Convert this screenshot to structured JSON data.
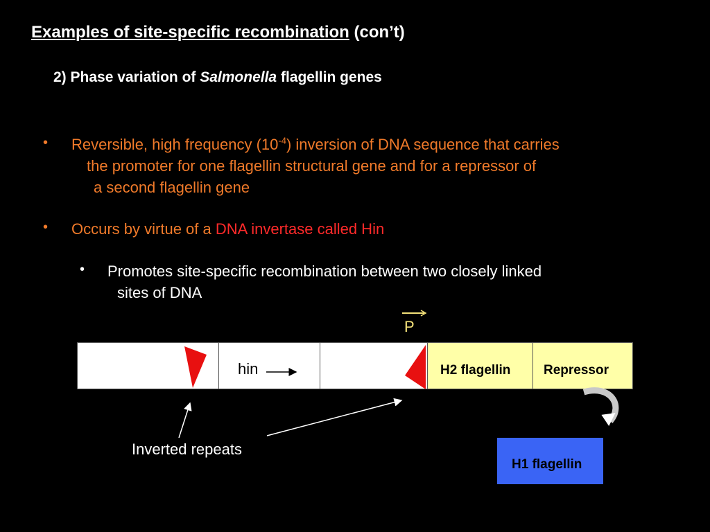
{
  "title": {
    "main": "Examples of site-specific recombination",
    "suffix": " (con’t)"
  },
  "subtitle": {
    "prefix": "2) Phase variation of ",
    "italic": "Salmonella",
    "suffix": " flagellin genes"
  },
  "bullets": {
    "b1": {
      "marker": "•",
      "line1_pre": "Reversible, high frequency (10",
      "sup": "-4",
      "line1_post": ") inversion of DNA sequence that carries",
      "line2": "the promoter for one flagellin structural gene and for a repressor of",
      "line3": "a second flagellin gene"
    },
    "b2": {
      "marker": "•",
      "pre": "Occurs by virtue of a ",
      "highlight": "DNA invertase called Hin"
    },
    "b3": {
      "marker": "•",
      "line1": "Promotes site-specific recombination between two closely linked",
      "line2": "sites of DNA"
    }
  },
  "diagram": {
    "hin_label": "hin",
    "promoter_label": "P",
    "h2_label": "H2 flagellin",
    "repressor_label": "Repressor",
    "h1_label": "H1 flagellin",
    "inverted_repeats_label": "Inverted repeats",
    "colors": {
      "white_segment": "#ffffff",
      "yellow_segment": "#ffffa8",
      "repeat_triangle": "#e81010",
      "h1_box": "#3a64f5",
      "promoter": "#f5e27a",
      "curved_arrow": "#c8c8c8"
    }
  }
}
